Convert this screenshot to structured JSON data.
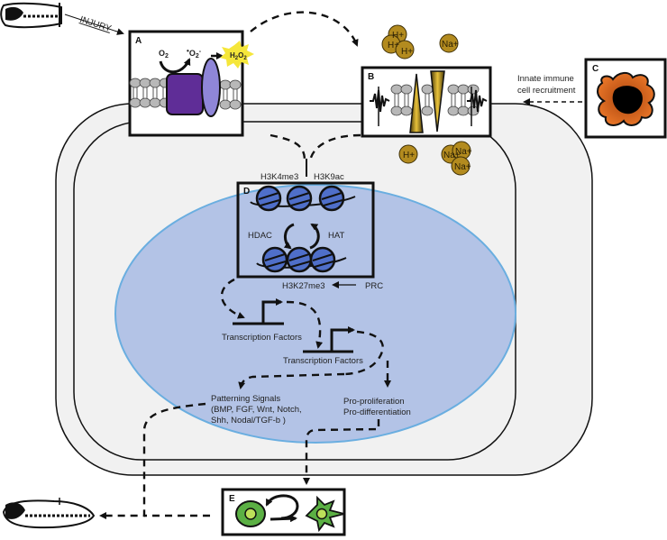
{
  "figure": {
    "title": "Injury-induced regeneration signaling cascade",
    "panels": {
      "A": {
        "letter": "A",
        "reactant": "O",
        "reactant_sub": "2",
        "intermediate_dot": "•",
        "intermediate": "O",
        "intermediate_sub": "2",
        "intermediate_sup": "-",
        "product_h": "H",
        "product_sub1": "2",
        "product_o": "O",
        "product_sub2": "2",
        "colors": {
          "nox": "#5f2d97",
          "subunit": "#8f86d8",
          "h2o2_burst": "#f5e63a"
        }
      },
      "B": {
        "letter": "B",
        "ions_top": [
          "H+",
          "H+",
          "H+",
          "Na+"
        ],
        "ions_bottom": [
          "H+",
          "Na+",
          "Na+",
          "Na+"
        ],
        "colors": {
          "ion": "#b38b1f",
          "channel": "#c9a227"
        }
      },
      "C": {
        "letter": "C",
        "caption_line1": "Innate immune",
        "caption_line2": "cell recruitment",
        "colors": {
          "macrophage": "#d8651c",
          "nucleus": "#000000"
        }
      },
      "D": {
        "letter": "D",
        "mark_top_left": "H3K4me3",
        "mark_top_right": "H3K9ac",
        "enzyme_left": "HDAC",
        "enzyme_right": "HAT",
        "mark_bottom": "H3K27me3",
        "repressor": "PRC",
        "colors": {
          "nucleosome": "#4f6fc9"
        }
      },
      "E": {
        "letter": "E",
        "colors": {
          "progenitor": "#5bb044",
          "nucleus": "#bde05a"
        }
      }
    },
    "labels": {
      "injury": "INJURY",
      "transcription_factors_1": "Transcription Factors",
      "transcription_factors_2": "Transcription Factors",
      "patterning_line1": "Patterning Signals",
      "patterning_line2": "(BMP, FGF, Wnt, Notch,",
      "patterning_line3": "Shh, Nodal/TGF-b )",
      "pro_proliferation": "Pro-proliferation",
      "pro_differentiation": "Pro-differentiation"
    },
    "colors": {
      "cytoplasm": "#f1f1f1",
      "nucleus_fill": "#b3c3e6",
      "nucleus_border": "#6aaee0"
    }
  }
}
